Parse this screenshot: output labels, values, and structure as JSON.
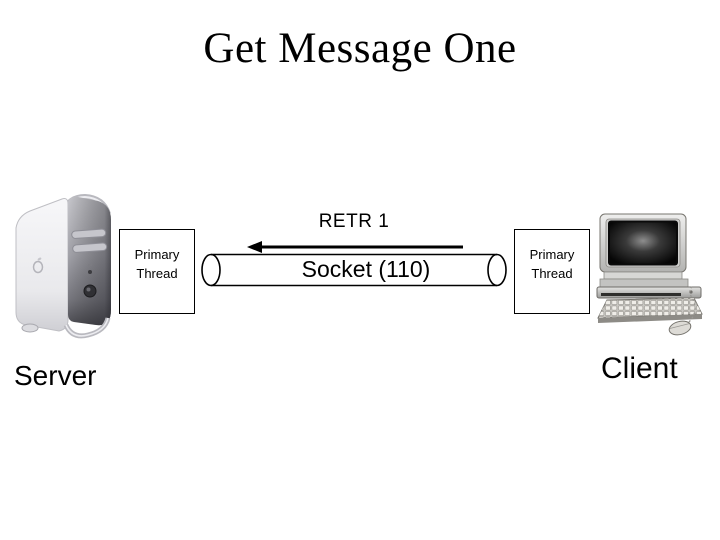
{
  "slide": {
    "title": "Get Message One",
    "background_color": "#ffffff"
  },
  "diagram": {
    "command": {
      "label": "RETR 1",
      "direction": "client-to-server"
    },
    "socket": {
      "label": "Socket (110)"
    },
    "server": {
      "caption": "Server",
      "thread_label": "Primary Thread"
    },
    "client": {
      "caption": "Client",
      "thread_label": "Primary Thread"
    },
    "colors": {
      "text": "#000000",
      "line": "#000000"
    }
  }
}
